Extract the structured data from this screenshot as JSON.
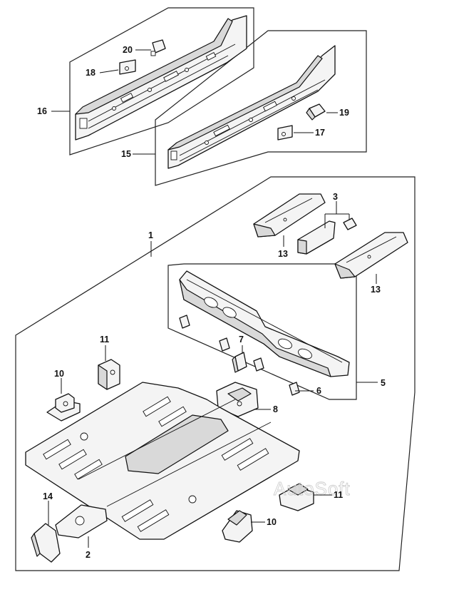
{
  "watermark": "AutoSoft",
  "callouts": {
    "c1": "1",
    "c2": "2",
    "c3": "3",
    "c5": "5",
    "c6": "6",
    "c7": "7",
    "c8": "8",
    "c10a": "10",
    "c10b": "10",
    "c11a": "11",
    "c11b": "11",
    "c13a": "13",
    "c13b": "13",
    "c14": "14",
    "c15": "15",
    "c16": "16",
    "c17": "17",
    "c18": "18",
    "c19": "19",
    "c20": "20"
  }
}
